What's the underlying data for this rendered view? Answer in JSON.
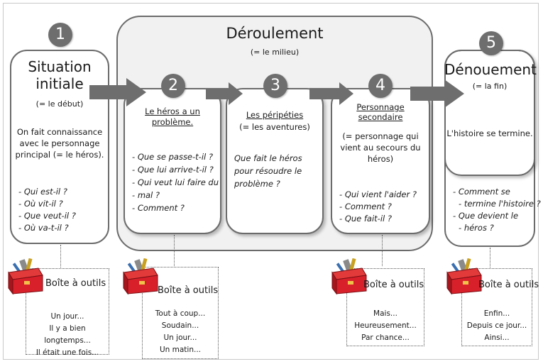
{
  "deroulement": {
    "title": "Déroulement",
    "subtitle": "(= le milieu)"
  },
  "stages": [
    {
      "number": "1",
      "title_line1": "Situation",
      "title_line2": "initiale",
      "subtitle": "(= le début)",
      "description": [
        "On fait connaissance",
        "avec le personnage",
        "principal (= le héros)."
      ],
      "questions": [
        "Qui est-il ?",
        "Où vit-il ?",
        "Que veut-il ?",
        "Où va-t-il ?"
      ]
    },
    {
      "number": "2",
      "title_line1": "Le héros a un",
      "title_line2": "problème.",
      "questions": [
        "Que se passe-t-il ?",
        "Que lui arrive-t-il ?",
        "Qui veut lui faire du",
        "mal ?",
        "Comment ?"
      ]
    },
    {
      "number": "3",
      "title": "Les péripéties",
      "subtitle": "(= les aventures)",
      "description": [
        "Que fait le héros",
        "pour résoudre le",
        "problème ?"
      ]
    },
    {
      "number": "4",
      "title_line1": "Personnage",
      "title_line2": "secondaire",
      "description": [
        "(= personnage qui",
        "vient au secours du",
        "héros)"
      ],
      "questions": [
        "Qui vient l'aider ?",
        "Comment ?",
        "Que fait-il ?"
      ]
    },
    {
      "number": "5",
      "title": "Dénouement",
      "subtitle": "(= la fin)",
      "description": "L'histoire se termine.",
      "questions": [
        "Comment se",
        "termine l'histoire ?",
        "Que devient le",
        "héros ?"
      ]
    }
  ],
  "toolboxes": [
    {
      "title": "Boîte à outils",
      "lines": [
        "Un jour...",
        "Il y a bien longtemps...",
        "Il était une fois..."
      ]
    },
    {
      "title": "Boîte à outils",
      "lines": [
        "Tout à coup...",
        "Soudain...",
        "Un jour...",
        "Un matin..."
      ]
    },
    {
      "title": "Boîte à outils",
      "lines": [
        "Mais...",
        "Heureusement...",
        "Par chance..."
      ]
    },
    {
      "title": "Boîte à outils",
      "lines": [
        "Enfin...",
        "Depuis ce jour...",
        "Ainsi..."
      ]
    }
  ],
  "colors": {
    "circle": "#6e6e6e",
    "arrow": "#6e6e6e",
    "border": "#6b6b6b",
    "deroulement_bg": "#f1f1f1",
    "chest_red": "#d8202a"
  },
  "icons": [
    "toolbox-icon",
    "arrow-right-icon"
  ]
}
